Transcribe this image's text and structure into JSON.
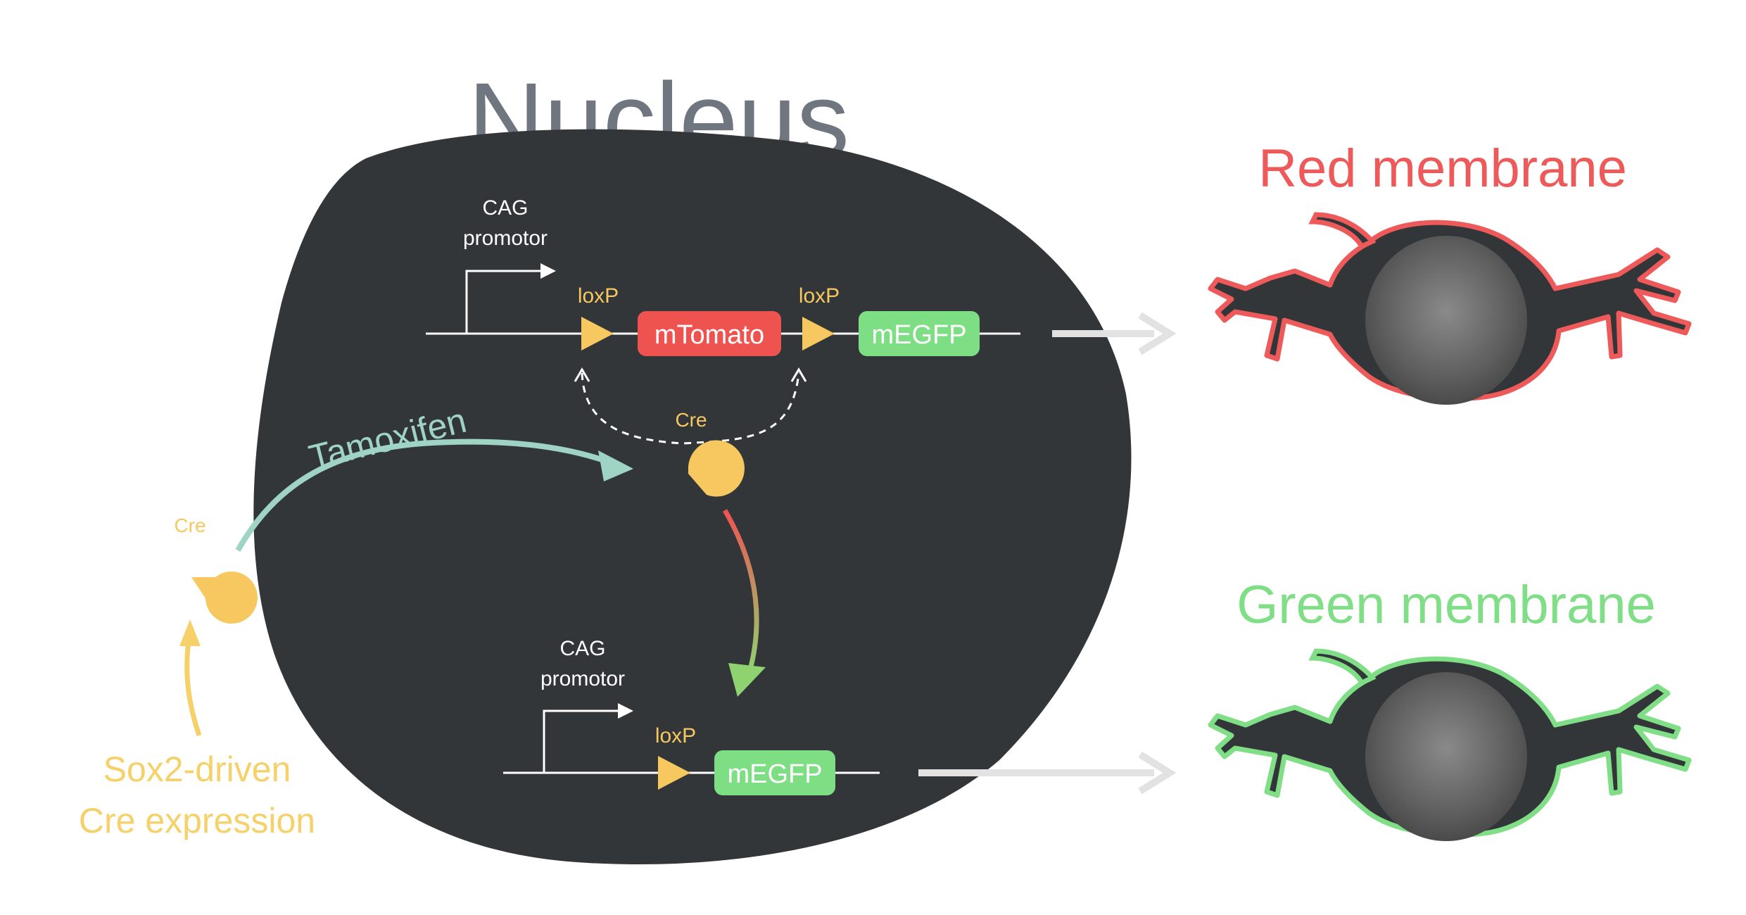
{
  "title": "Nucleus",
  "top_construct": {
    "promoter": [
      "CAG",
      "promotor"
    ],
    "loxp_1": "loxP",
    "loxp_2": "loxP",
    "gene_1": "mTomato",
    "gene_2": "mEGFP"
  },
  "bottom_construct": {
    "promoter": [
      "CAG",
      "promotor"
    ],
    "loxp": "loxP",
    "gene": "mEGFP"
  },
  "cre_inside": "Cre",
  "cre_outside": "Cre",
  "tamoxifen": "Tamoxifen",
  "sox2": [
    "Sox2-driven",
    "Cre expression"
  ],
  "outcome_red": "Red membrane",
  "outcome_green": "Green membrane",
  "colors": {
    "nucleus": "#323639",
    "mtomato": "#ef5350",
    "megfp": "#7ede84",
    "loxp": "#f6c85f",
    "tamoxifen_arrow": "#9fd3c4",
    "red_membrane": "#ee5a5a",
    "green_membrane": "#7fde86",
    "output_arrow": "#e2e2e2"
  }
}
